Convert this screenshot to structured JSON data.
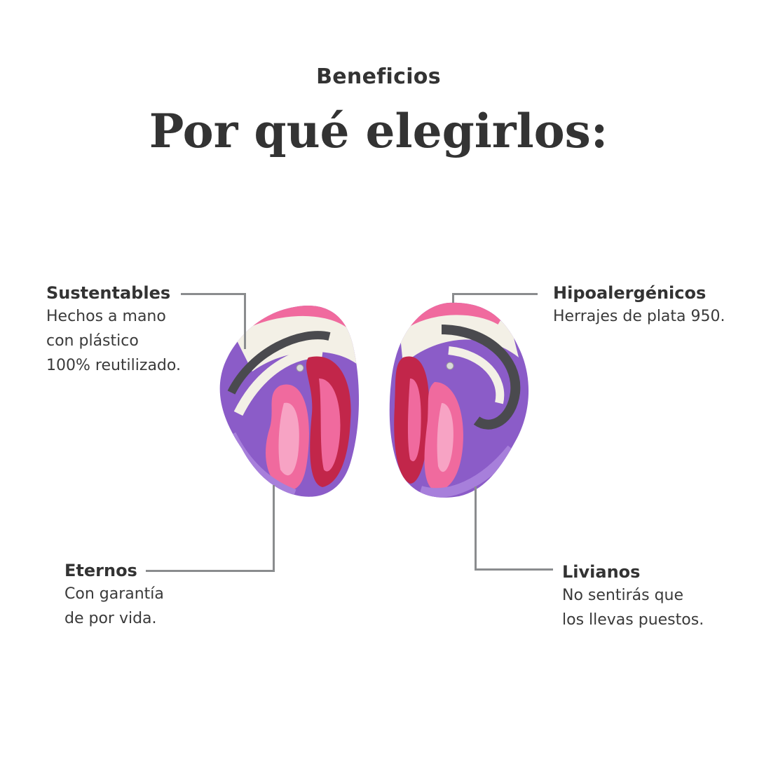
{
  "header": {
    "eyebrow": "Beneficios",
    "title": "Por qué elegirlos:"
  },
  "features": {
    "sustentables": {
      "title": "Sustentables",
      "desc": "Hechos a mano\ncon plástico\n100% reutilizado."
    },
    "hipoalergenicos": {
      "title": "Hipoalergénicos",
      "desc": "Herrajes de plata 950."
    },
    "eternos": {
      "title": "Eternos",
      "desc": "Con garantía\nde por vida."
    },
    "livianos": {
      "title": "Livianos",
      "desc": "No sentirás que\nlos llevas puestos."
    }
  },
  "colors": {
    "background": "#ffffff",
    "text": "#333333",
    "connector": "#8a8c8e",
    "pink": "#f06a9e",
    "purple": "#8b5cc8",
    "crimson": "#c2264a",
    "charcoal": "#4a4a4e",
    "cream": "#f3f0e6"
  }
}
